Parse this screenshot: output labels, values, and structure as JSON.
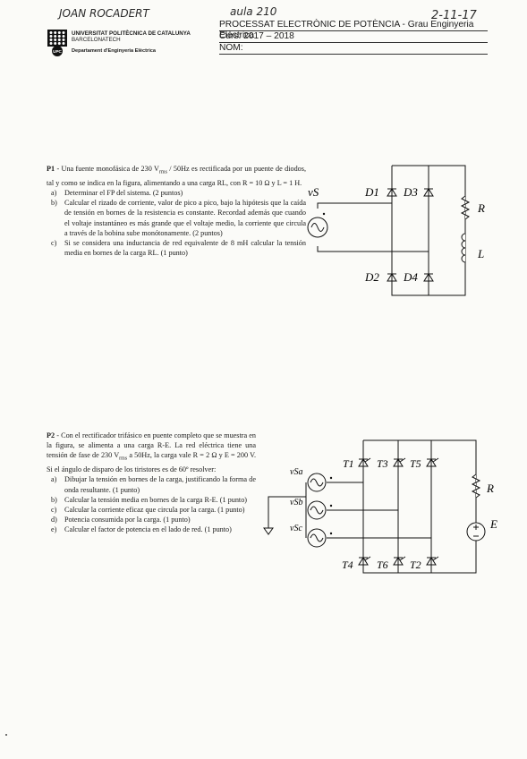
{
  "handwriting": {
    "name": "JOAN ROCADERT",
    "room": "aula 210",
    "date": "2-11-17"
  },
  "university": {
    "logo_text": "UPC",
    "line1": "UNIVERSITAT POLITÈCNICA DE CATALUNYA",
    "line2": "BARCELONATECH",
    "department": "Departament d'Enginyeria Elèctrica"
  },
  "course": {
    "title": "PROCESSAT ELECTRÒNIC DE POTÈNCIA - Grau Enginyeria Elèctrica",
    "year": "Curs: 2017 – 2018",
    "name_label": "NOM:"
  },
  "p1": {
    "label": "P1",
    "statement_a": " - Una fuente monofásica de 230 V",
    "rms": "rms",
    "statement_b": " / 50Hz es rectificada por un puente de diodos, tal y como se indica en la figura, alimentando a una carga RL, con R = 10 Ω y L = 1 H.",
    "items": [
      {
        "mark": "a)",
        "text": "Determinar el FP del sistema. (2 puntos)"
      },
      {
        "mark": "b)",
        "text": "Calcular el rizado de corriente, valor de pico a pico, bajo la hipótesis que la caída de tensión en bornes de la resistencia es constante. Recordad además que cuando el voltaje instantáneo es más grande que el voltaje medio, la corriente que circula a través de la bobina sube monótonamente. (2 puntos)"
      },
      {
        "mark": "c)",
        "text": "Si se considera una inductancia de red equivalente de 8 mH calcular la tensión media en bornes de la carga RL. (1 punto)"
      }
    ],
    "circuit": {
      "source": "vS",
      "d1": "D1",
      "d2": "D2",
      "d3": "D3",
      "d4": "D4",
      "r": "R",
      "l": "L"
    }
  },
  "p2": {
    "label": "P2",
    "statement_a": " - Con el rectificador trifásico en puente completo que se muestra en la figura, se alimenta a una carga R-E. La red eléctrica tiene una tensión de fase de 230 V",
    "rms": "rms",
    "statement_b": " a 50Hz, la carga vale R = 2 Ω y E = 200 V. Si el ángulo de disparo de los tiristores es de 60º resolver:",
    "items": [
      {
        "mark": "a)",
        "text": "Dibujar la tensión en bornes de la carga, justificando la forma de onda resultante. (1 punto)"
      },
      {
        "mark": "b)",
        "text": "Calcular la tensión media en bornes de la carga R-E. (1 punto)"
      },
      {
        "mark": "c)",
        "text": "Calcular la corriente eficaz que circula por la carga. (1 punto)"
      },
      {
        "mark": "d)",
        "text": "Potencia consumida por la carga. (1 punto)"
      },
      {
        "mark": "e)",
        "text": "Calcular el factor de potencia en el lado de red. (1 punto)"
      }
    ],
    "circuit": {
      "vsa": "vSa",
      "vsb": "vSb",
      "vsc": "vSc",
      "t1": "T1",
      "t3": "T3",
      "t5": "T5",
      "t4": "T4",
      "t6": "T6",
      "t2": "T2",
      "r": "R",
      "e": "E"
    }
  }
}
